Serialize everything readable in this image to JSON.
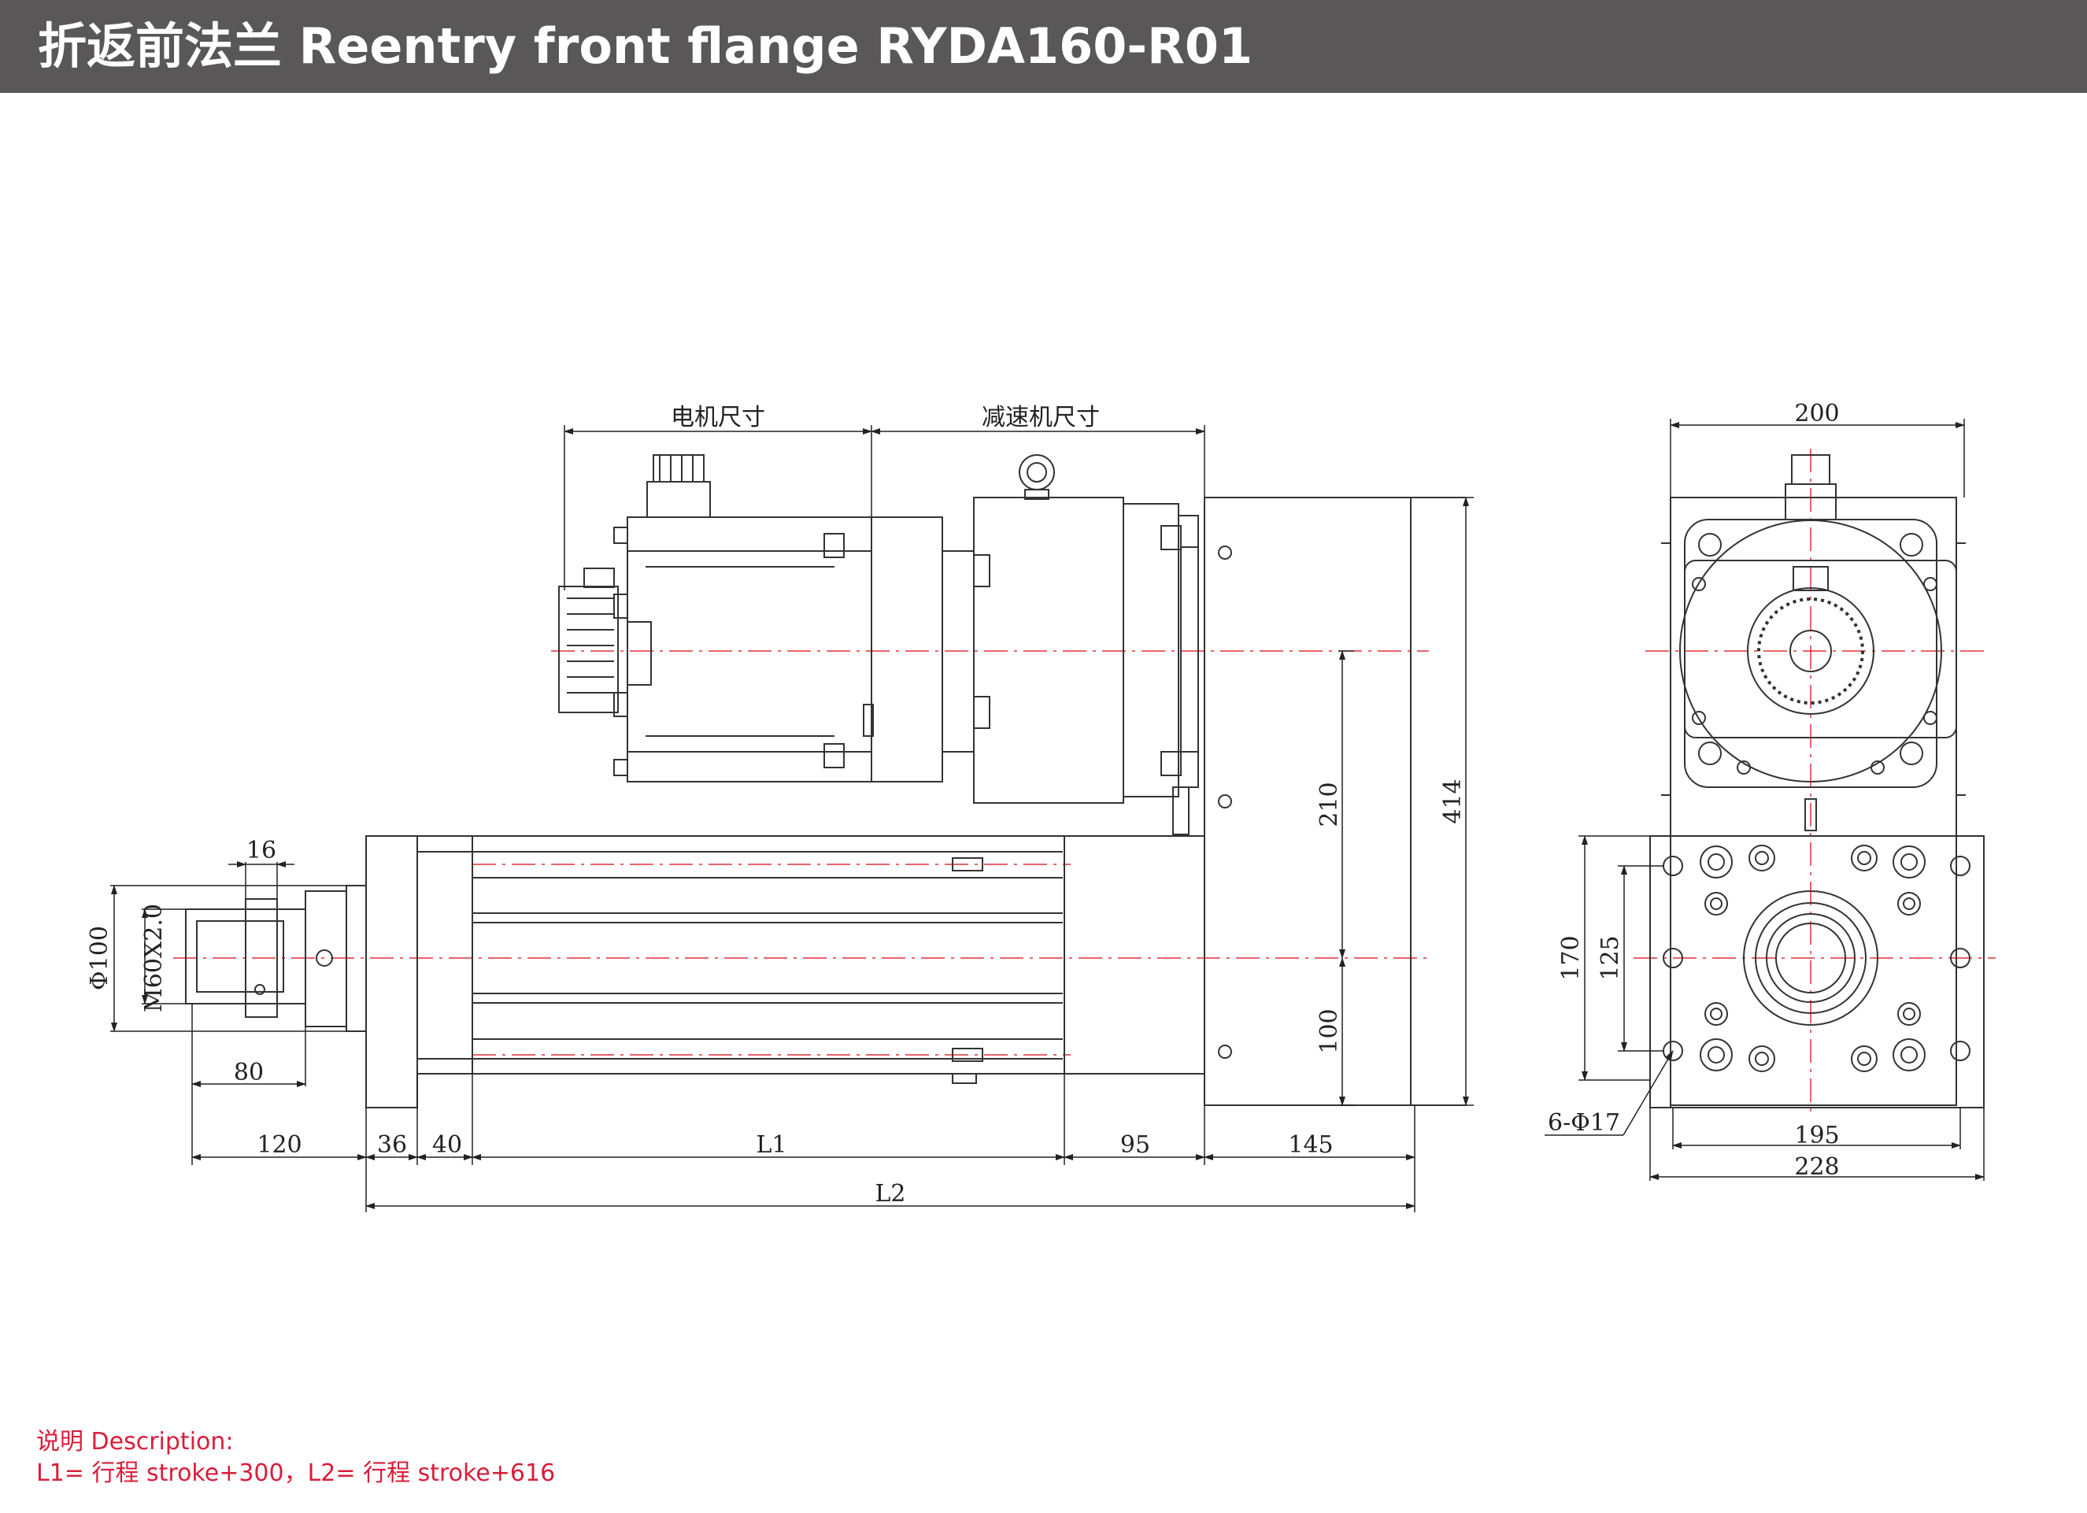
{
  "header": {
    "title": "折返前法兰 Reentry front flange RYDA160-R01"
  },
  "labels": {
    "motor_size": "电机尺寸",
    "reducer_size": "减速机尺寸"
  },
  "dimensions": {
    "d16": "16",
    "phi100": "Φ100",
    "thread": "M60X2.0",
    "d80": "80",
    "d120": "120",
    "d36": "36",
    "d40": "40",
    "L1": "L1",
    "d95": "95",
    "d145": "145",
    "L2": "L2",
    "d210": "210",
    "d100": "100",
    "d414": "414",
    "d200": "200",
    "d170": "170",
    "d125": "125",
    "holes": "6-Φ17",
    "d195": "195",
    "d228": "228"
  },
  "notes": {
    "heading": "说明 Description:",
    "formula": "L1= 行程 stroke+300，L2= 行程 stroke+616"
  },
  "colors": {
    "header_bg": "#595757",
    "note_red": "#d81e3a",
    "center_line": "#e0303a"
  }
}
